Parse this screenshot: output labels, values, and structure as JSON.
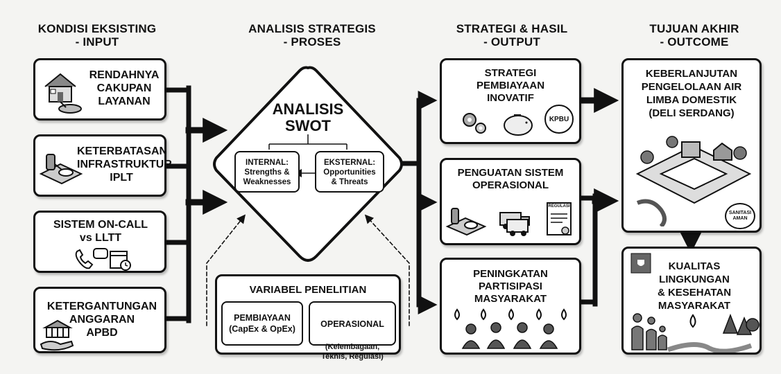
{
  "columns": [
    {
      "title": "KONDISI EKSISTING\n- INPUT"
    },
    {
      "title": "ANALISIS STRATEGIS\n- PROSES"
    },
    {
      "title": "STRATEGI & HASIL\n- OUTPUT"
    },
    {
      "title": "TUJUAN AKHIR\n- OUTCOME"
    }
  ],
  "inputs": [
    {
      "label": "RENDAHNYA\nCAKUPAN\nLAYANAN",
      "icon": "house-septic-icon"
    },
    {
      "label": "KETERBATASAN\nINFRASTRUKTUR\nIPLT",
      "icon": "treatment-plant-icon"
    },
    {
      "label": "SISTEM ON-CALL\nvs LLTT",
      "icon": "phone-calendar-icon"
    },
    {
      "label": "KETERGANTUNGAN\nANGGARAN\nAPBD",
      "icon": "government-funds-icon"
    }
  ],
  "swot": {
    "title": "ANALISIS\nSWOT",
    "internal": "INTERNAL:\nStrengths &\nWeaknesses",
    "external": "EKSTERNAL:\nOpportunities\n& Threats"
  },
  "variables": {
    "title": "VARIABEL PENELITIAN",
    "financing": "PEMBIAYAAN\n(CapEx & OpEx)",
    "operational_title": "OPERASIONAL",
    "operational_detail": "(Kelembagaan,\nTeknis, Regulasi)"
  },
  "outputs": [
    {
      "label": "STRATEGI\nPEMBIAYAAN\nINOVATIF",
      "badge": "KPBU",
      "icon": "gears-piggybank-icon"
    },
    {
      "label": "PENGUATAN SISTEM\nOPERASIONAL",
      "doc_label": "REGULASI",
      "icon": "trucks-regulation-icon"
    },
    {
      "label": "PENINGKATAN\nPARTISIPASI\nMASYARAKAT",
      "icon": "community-icon"
    }
  ],
  "outcomes": [
    {
      "label": "KEBERLANJUTAN\nPENGELOLAAN AIR\nLIMBA DOMESTIK\n(DELI SERDANG)",
      "badge": "SANITASI\nAMAN",
      "icon": "sanitation-facility-icon"
    },
    {
      "label": "KUALITAS\nLINGKUNGAN\n& KESEHATAN\nMASYARAKAT",
      "icon": "family-river-icon"
    }
  ],
  "colors": {
    "ink": "#111111",
    "background": "#f4f4f2",
    "box": "#ffffff"
  }
}
